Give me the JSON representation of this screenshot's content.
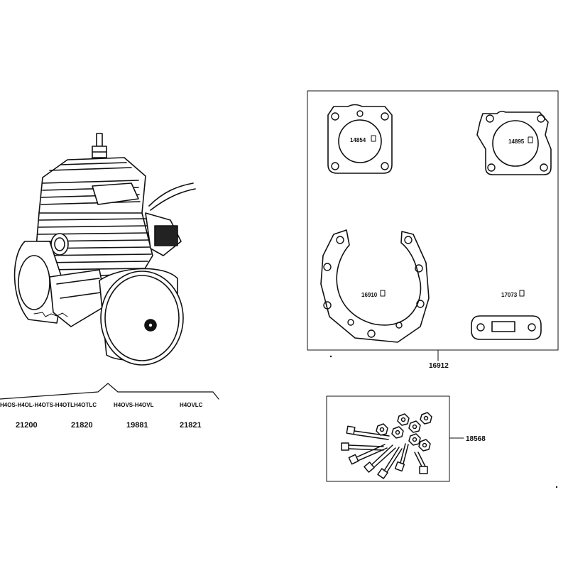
{
  "parts": {
    "gasket_head": "14854",
    "gasket_cylinder": "14895",
    "gasket_crankcase": "16910",
    "gasket_exhaust": "17073",
    "gasket_kit": "16912",
    "screw_kit": "18568"
  },
  "variants": [
    {
      "model": "H4OS-H4OL-H4OTS-H4OTL",
      "code": "21200"
    },
    {
      "model": "H4OTLC",
      "code": "21820"
    },
    {
      "model": "H4OVS-H4OVL",
      "code": "19881"
    },
    {
      "model": "H4OVLC",
      "code": "21821"
    }
  ],
  "icons": {
    "engine": "engine-illustration",
    "screws": "screw-nut-set"
  }
}
